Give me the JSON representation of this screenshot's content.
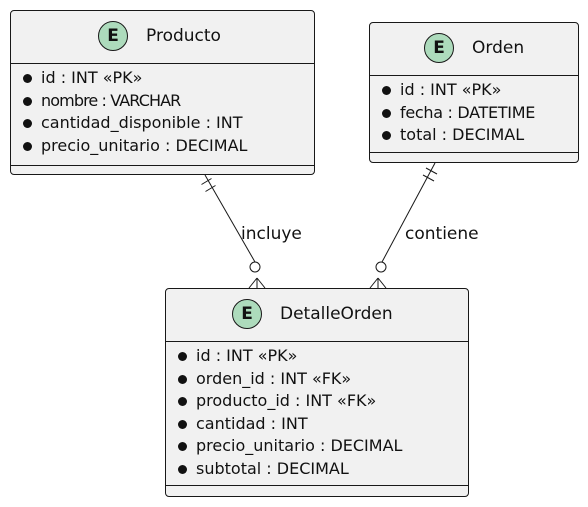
{
  "entities": {
    "producto": {
      "badge": "E",
      "name": "Producto",
      "attributes": [
        "id : INT «PK»",
        "nombre : VARCHAR",
        "cantidad_disponible : INT",
        "precio_unitario : DECIMAL"
      ]
    },
    "orden": {
      "badge": "E",
      "name": "Orden",
      "attributes": [
        "id : INT «PK»",
        "fecha : DATETIME",
        "total : DECIMAL"
      ]
    },
    "detalle_orden": {
      "badge": "E",
      "name": "DetalleOrden",
      "attributes": [
        "id : INT «PK»",
        "orden_id : INT «FK»",
        "producto_id : INT «FK»",
        "cantidad : INT",
        "precio_unitario : DECIMAL",
        "subtotal : DECIMAL"
      ]
    }
  },
  "relationships": [
    {
      "from": "Producto",
      "to": "DetalleOrden",
      "label": "incluye",
      "from_cardinality": "exactly-one",
      "to_cardinality": "zero-or-many"
    },
    {
      "from": "Orden",
      "to": "DetalleOrden",
      "label": "contiene",
      "from_cardinality": "exactly-one",
      "to_cardinality": "zero-or-many"
    }
  ]
}
